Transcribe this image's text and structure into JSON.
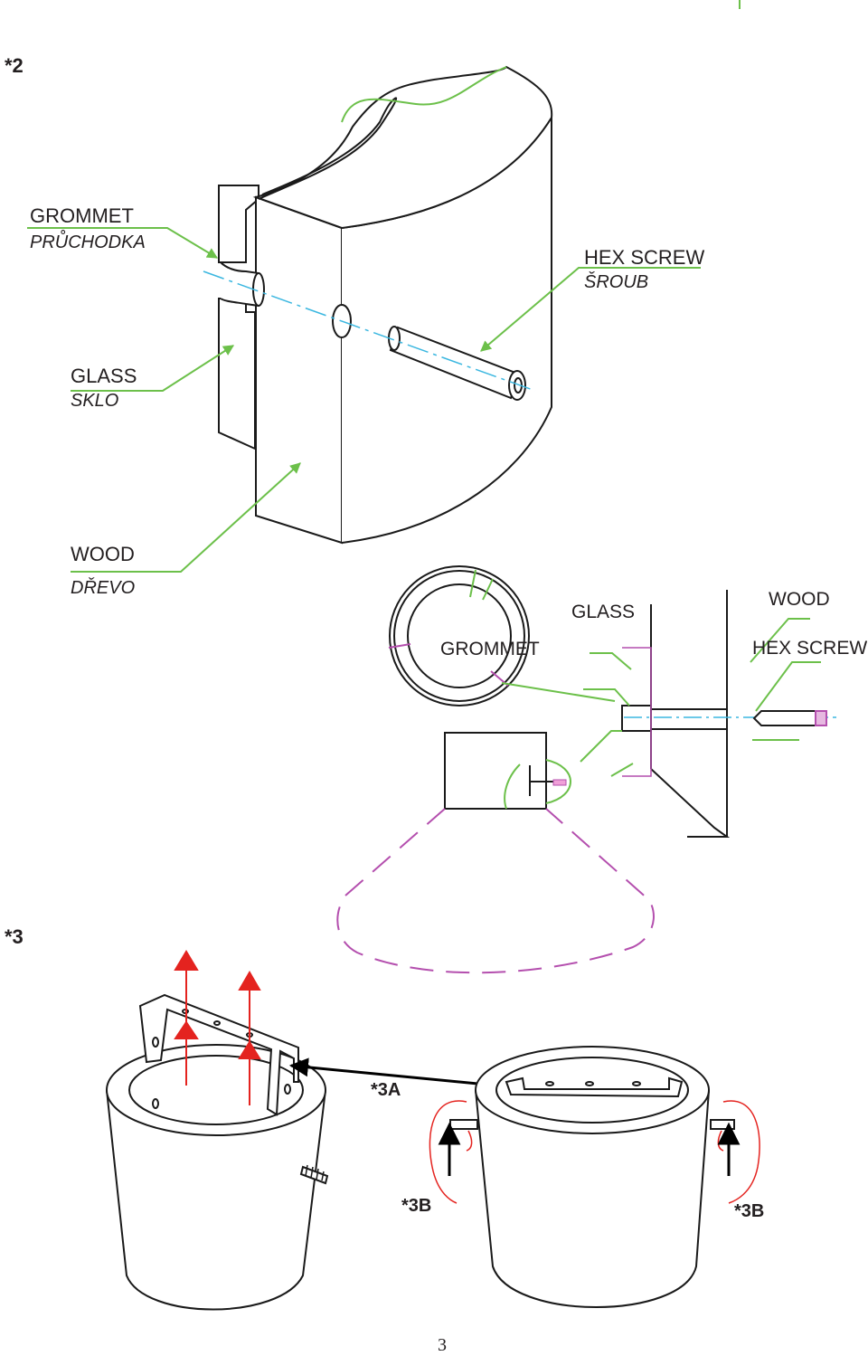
{
  "steps": {
    "s2": "*2",
    "s3": "*3",
    "s3a": "*3A",
    "s3b_left": "*3B",
    "s3b_right": "*3B"
  },
  "labels": {
    "grommet": "GROMMET",
    "grommet_cz": "PRŮCHODKA",
    "hex_screw": "HEX SCREW",
    "hex_screw_cz": "ŠROUB",
    "glass": "GLASS",
    "glass_cz": "SKLO",
    "wood": "WOOD",
    "wood_cz": "DŘEVO",
    "detail_glass": "GLASS",
    "detail_wood": "WOOD",
    "detail_grommet": "GROMMET",
    "detail_hex_screw": "HEX SCREW"
  },
  "page_number": "3",
  "colors": {
    "leader": "#6cc04a",
    "axis": "#3bb7e0",
    "detail": "#b44fae",
    "arrow_up": "#e4231f",
    "outline": "#1a1a1a"
  }
}
